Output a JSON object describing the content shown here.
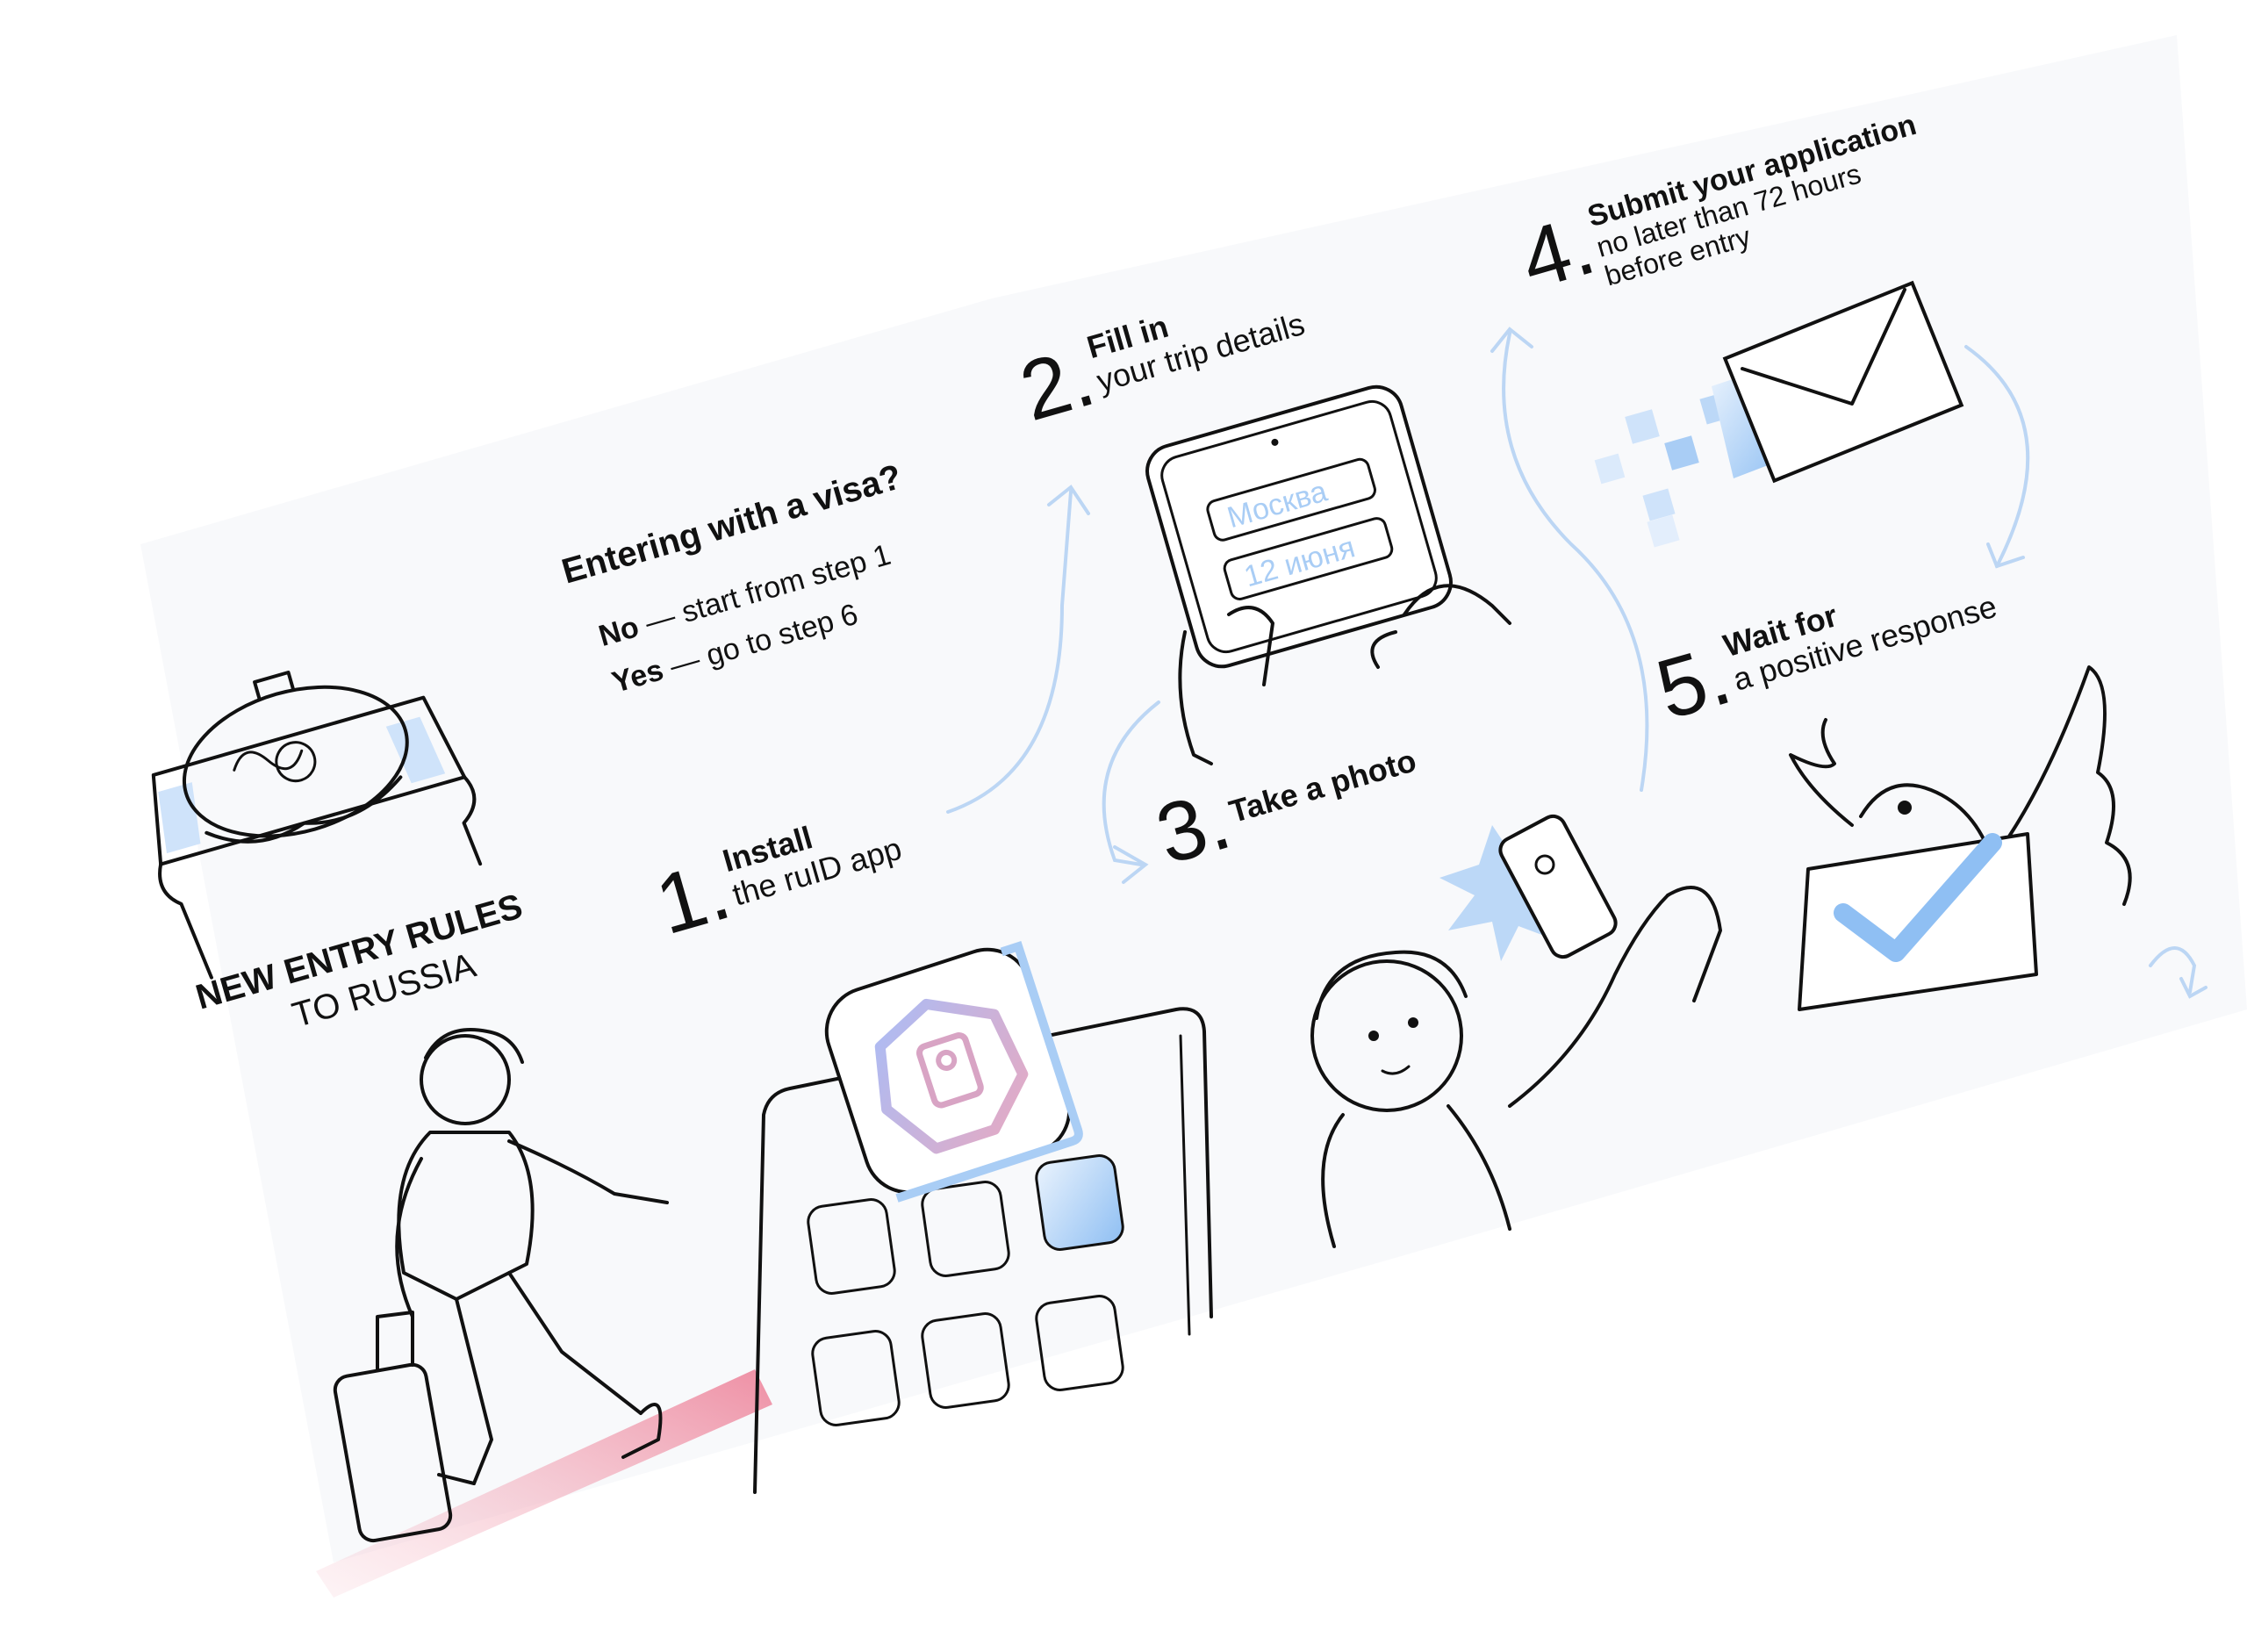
{
  "title": {
    "line1": "NEW ENTRY RULES",
    "line2": "TO RUSSIA"
  },
  "visa": {
    "question": "Entering with a visa?",
    "no_label": "No",
    "no_text": " — start from step 1",
    "yes_label": "Yes",
    "yes_text": " — go to step 6"
  },
  "steps": [
    {
      "number": "1.",
      "title": "Install",
      "subtitle": "the ruID app"
    },
    {
      "number": "2.",
      "title": "Fill in",
      "subtitle": "your trip details"
    },
    {
      "number": "3.",
      "title": "Take a photo",
      "subtitle": ""
    },
    {
      "number": "4.",
      "title": "Submit your application",
      "subtitle": "no later than 72 hours",
      "subtitle2": "before entry"
    },
    {
      "number": "5.",
      "title": "Wait for",
      "subtitle": "a positive response"
    }
  ],
  "phone_fields": {
    "city": "Москва",
    "date": "12 июня"
  },
  "colors": {
    "accent_blue": "#a9cdf5",
    "flow_blue": "#bcd6f4",
    "path_pink": "#f1a6b6",
    "ink": "#111111"
  },
  "icons": [
    "bread-icon",
    "traveler-icon",
    "app-icon",
    "phone-icon",
    "selfie-person-icon",
    "envelope-icon",
    "bird-icon",
    "checkmark-icon"
  ]
}
